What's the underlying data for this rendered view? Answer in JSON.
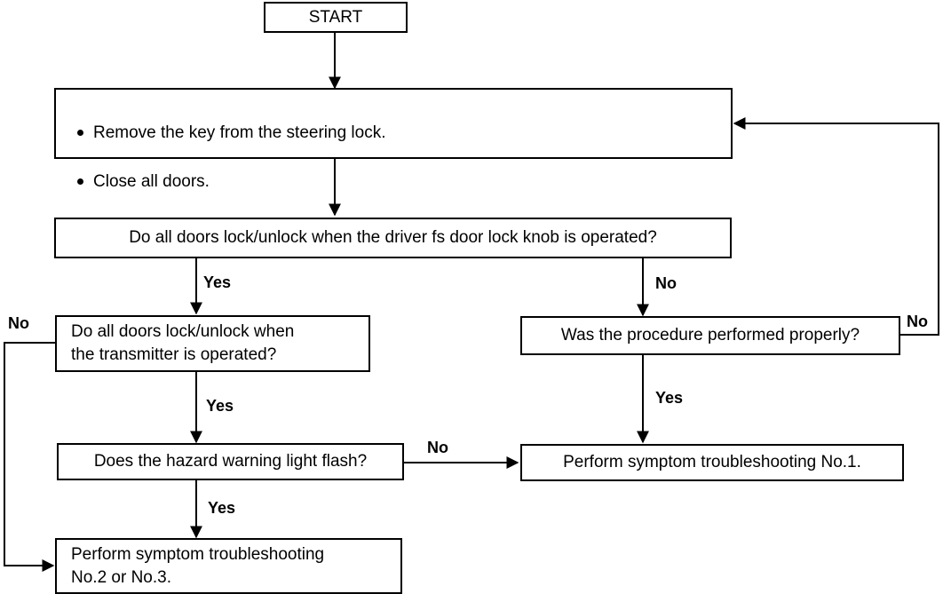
{
  "diagram": {
    "title": "Door lock system symptom troubleshooting flowchart",
    "line_color": "#000000",
    "background_color": "#ffffff",
    "nodes": {
      "start": {
        "label": "START"
      },
      "prepare": {
        "bullet1": "Remove the key from the steering lock.",
        "bullet2": "Close all doors."
      },
      "knob_check": {
        "label": "Do all doors lock/unlock when the driver fs door lock knob is operated?"
      },
      "transmitter_check": {
        "label": "Do all doors lock/unlock when\nthe transmitter is operated?"
      },
      "procedure_check": {
        "label": "Was the procedure performed properly?"
      },
      "hazard_check": {
        "label": "Does the hazard warning light flash?"
      },
      "symptom_1": {
        "label": "Perform symptom troubleshooting No.1."
      },
      "symptom_2_3": {
        "label": "Perform symptom troubleshooting\nNo.2 or No.3."
      }
    },
    "edge_labels": {
      "knob_yes": "Yes",
      "knob_no": "No",
      "transmitter_yes": "Yes",
      "transmitter_no": "No",
      "procedure_yes": "Yes",
      "procedure_no": "No",
      "hazard_yes": "Yes",
      "hazard_no": "No"
    }
  }
}
